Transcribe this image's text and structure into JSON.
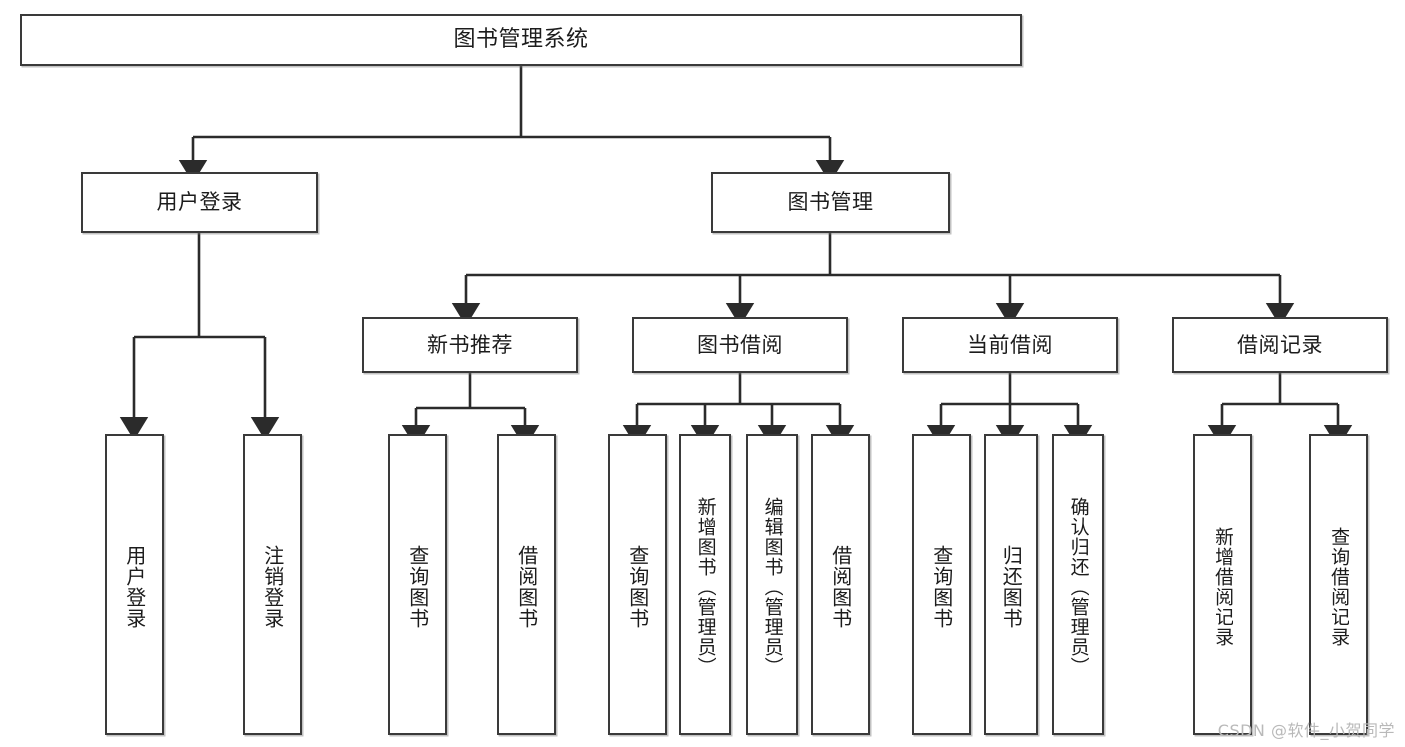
{
  "diagram": {
    "title": "图书管理系统",
    "type": "tree",
    "watermark": "CSDN @软件_小贺同学",
    "style": {
      "background": "#ffffff",
      "box_border": "#3a3a3a",
      "box_fill": "#ffffff",
      "text": "#1c1c1c",
      "edge": "#2b2b2b",
      "watermark_color": "#b9b9b9"
    },
    "nodes": {
      "root": {
        "label": "图书管理系统"
      },
      "level2": [
        {
          "id": "user-login",
          "label": "用户登录"
        },
        {
          "id": "book-manage",
          "label": "图书管理"
        }
      ],
      "level3": [
        {
          "id": "new-book-rec",
          "label": "新书推荐"
        },
        {
          "id": "book-borrow",
          "label": "图书借阅"
        },
        {
          "id": "current-borrow",
          "label": "当前借阅"
        },
        {
          "id": "borrow-record",
          "label": "借阅记录"
        }
      ],
      "leaves": {
        "user-login": [
          {
            "id": "leaf-user-login",
            "label": "用户登录"
          },
          {
            "id": "leaf-user-logout",
            "label": "注销登录"
          }
        ],
        "new-book-rec": [
          {
            "id": "leaf-query-book-1",
            "label": "查询图书"
          },
          {
            "id": "leaf-borrow-book-1",
            "label": "借阅图书"
          }
        ],
        "book-borrow": [
          {
            "id": "leaf-query-book-2",
            "label": "查询图书"
          },
          {
            "id": "leaf-add-book",
            "label": "新增图书（管理员）"
          },
          {
            "id": "leaf-edit-book",
            "label": "编辑图书（管理员）"
          },
          {
            "id": "leaf-borrow-book-2",
            "label": "借阅图书"
          }
        ],
        "current-borrow": [
          {
            "id": "leaf-query-book-3",
            "label": "查询图书"
          },
          {
            "id": "leaf-return-book",
            "label": "归还图书"
          },
          {
            "id": "leaf-confirm-return",
            "label": "确认归还（管理员）"
          }
        ],
        "borrow-record": [
          {
            "id": "leaf-add-record",
            "label": "新增借阅记录"
          },
          {
            "id": "leaf-query-record",
            "label": "查询借阅记录"
          }
        ]
      }
    }
  }
}
